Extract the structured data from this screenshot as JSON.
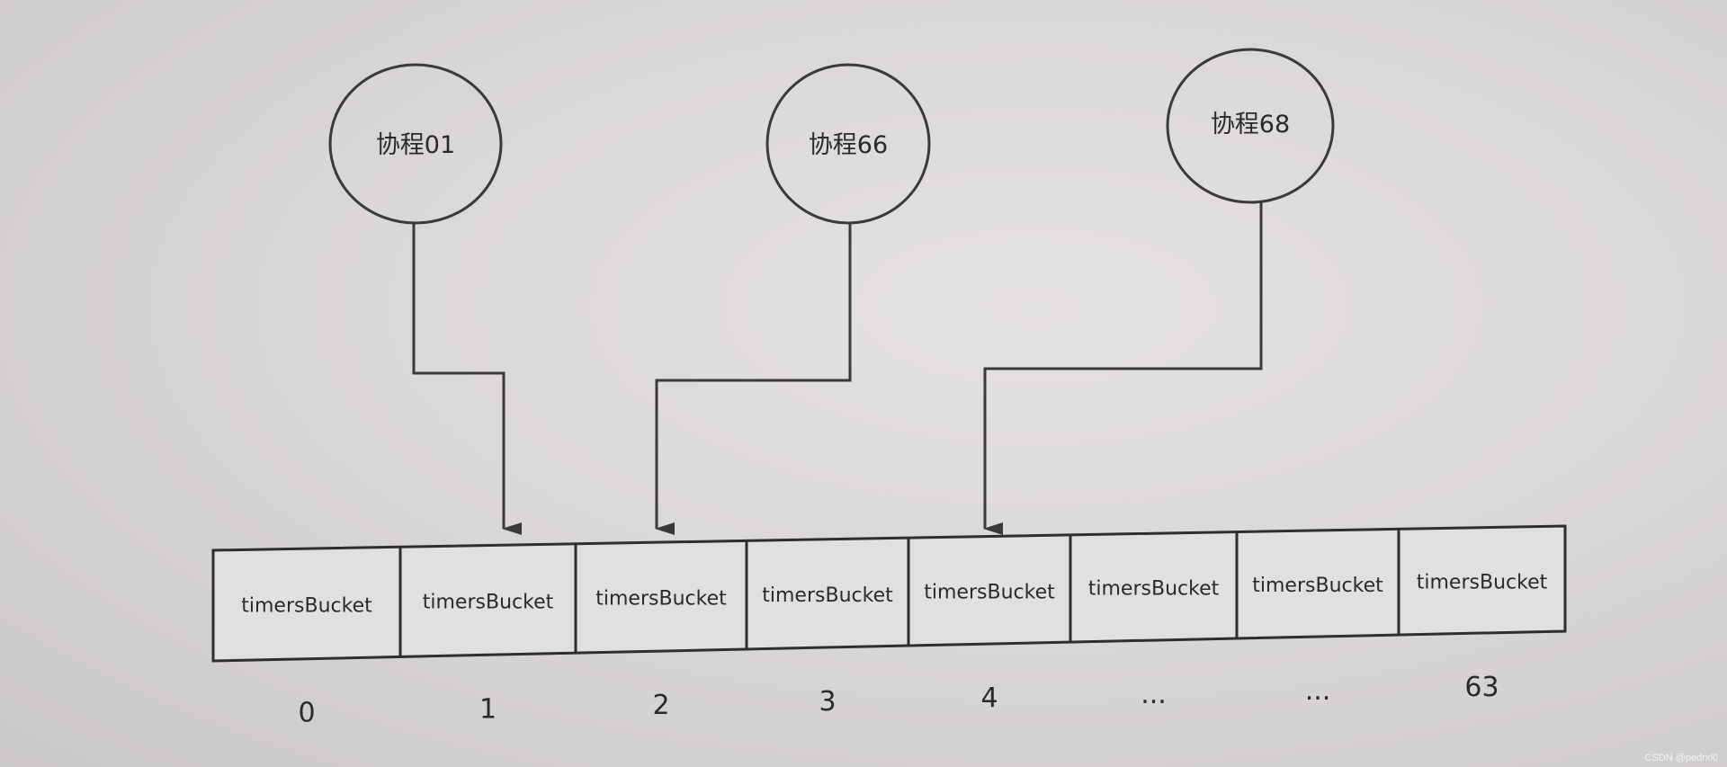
{
  "coroutines": [
    {
      "label": "协程01",
      "target_bucket": 1
    },
    {
      "label": "协程66",
      "target_bucket": 2
    },
    {
      "label": "协程68",
      "target_bucket": 4
    }
  ],
  "bucket_label": "timersBucket",
  "bucket_count": 8,
  "bucket_indices": [
    "0",
    "1",
    "2",
    "3",
    "4",
    "...",
    "...",
    "63"
  ],
  "watermark": "CSDN @pedrxl0"
}
